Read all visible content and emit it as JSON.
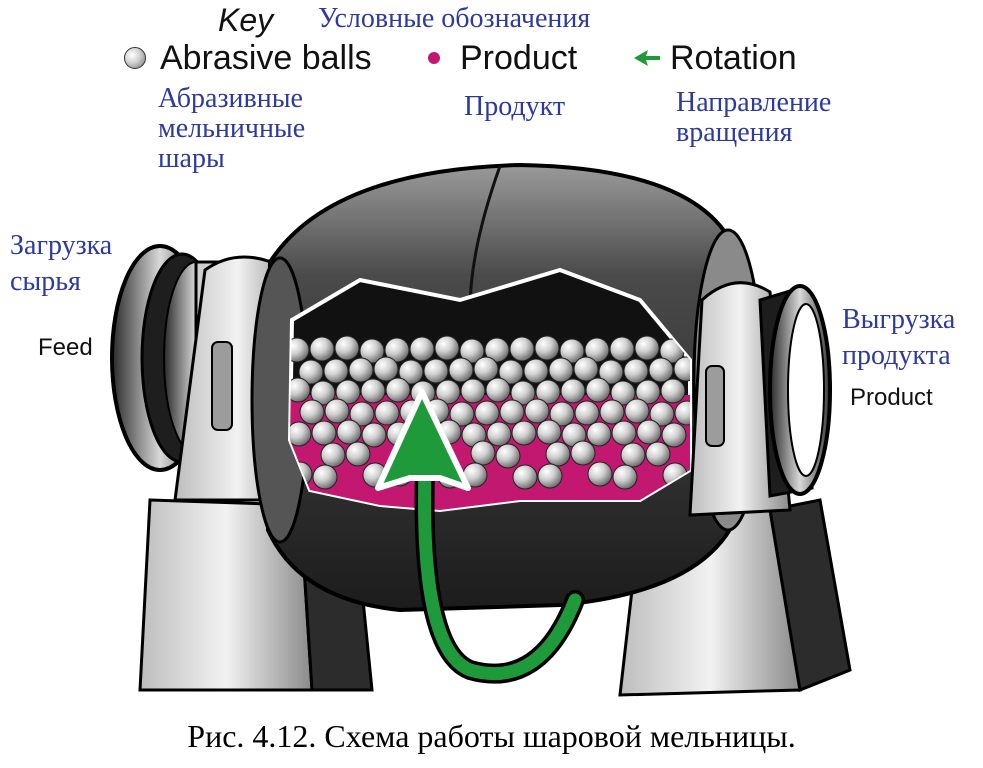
{
  "key": {
    "title": "Key",
    "title_ru": "Условные обозначения",
    "abrasive_label": "Abrasive balls",
    "product_label": "Product",
    "rotation_label": "Rotation"
  },
  "labels": {
    "abrasive_ru": [
      "Абразивные",
      "мельничные",
      "шары"
    ],
    "product_ru": "Продукт",
    "rotation_ru": [
      "Направление",
      "вращения"
    ],
    "feed_ru": [
      "Загрузка",
      "сырья"
    ],
    "feed": "Feed",
    "outlet_ru": [
      "Выгрузка",
      "продукта"
    ],
    "outlet": "Product"
  },
  "caption": "Рис. 4.12. Схема работы шаровой мельницы.",
  "colors": {
    "ball": "#c8c8c8",
    "product": "#c2186f",
    "rotation": "#1f9a3a",
    "shell": "#3c3c3c",
    "support": "#e6e6e6",
    "russian_text": "#2e3a9e"
  },
  "icons": {
    "ball": "abrasive-ball-icon",
    "product": "product-dot-icon",
    "rotation": "rotation-arrow-icon"
  }
}
